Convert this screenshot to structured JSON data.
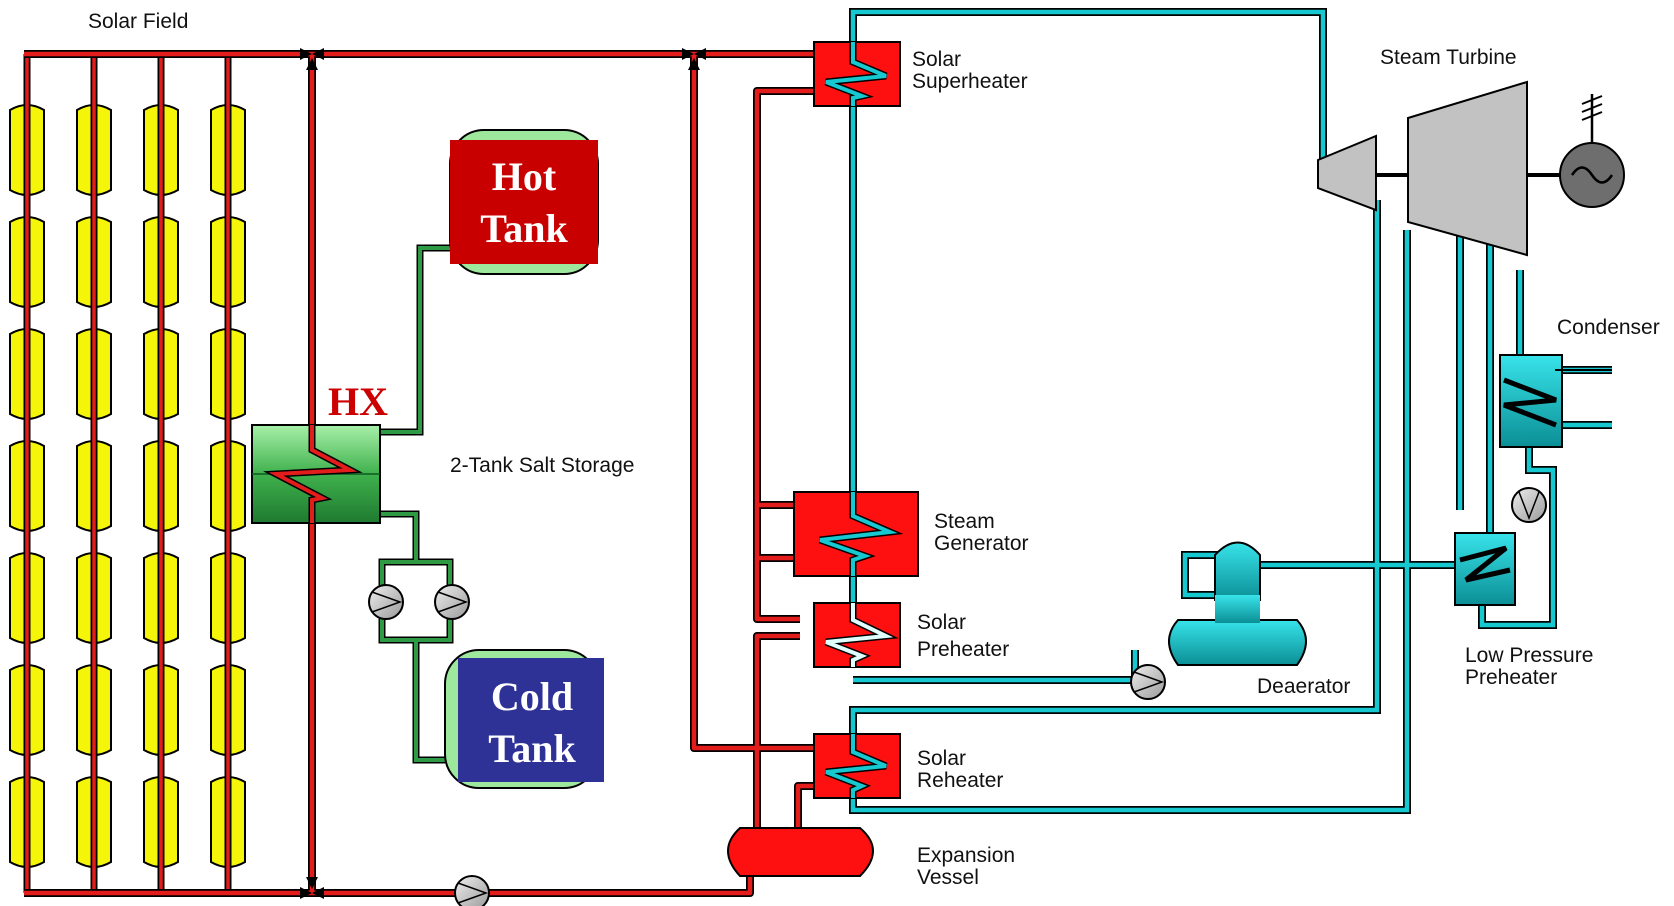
{
  "labels": {
    "solar_field": "Solar Field",
    "hot_tank_line1": "Hot",
    "hot_tank_line2": "Tank",
    "cold_tank_line1": "Cold",
    "cold_tank_line2": "Tank",
    "hx": "HX",
    "salt_storage": "2-Tank Salt Storage",
    "solar_superheater_line1": "Solar",
    "solar_superheater_line2": "Superheater",
    "steam_turbine": "Steam Turbine",
    "condenser": "Condenser",
    "steam_generator_line1": "Steam",
    "steam_generator_line2": "Generator",
    "solar_preheater_line1": "Solar",
    "solar_preheater_line2": "Preheater",
    "deaerator": "Deaerator",
    "lp_preheater_line1": "Low Pressure",
    "lp_preheater_line2": "Preheater",
    "solar_reheater_line1": "Solar",
    "solar_reheater_line2": "Reheater",
    "expansion_vessel_line1": "Expansion",
    "expansion_vessel_line2": "Vessel"
  },
  "colors": {
    "htf_red": "#e31c1c",
    "collector_yellow": "#f5f50a",
    "hot_tank_red": "#c80000",
    "cold_tank_blue": "#2e3196",
    "salt_green": "#2f9a44",
    "water_cyan": "#16c8cf",
    "turbine_gray": "#c2c2c2",
    "hx_label": "#cc0000"
  }
}
